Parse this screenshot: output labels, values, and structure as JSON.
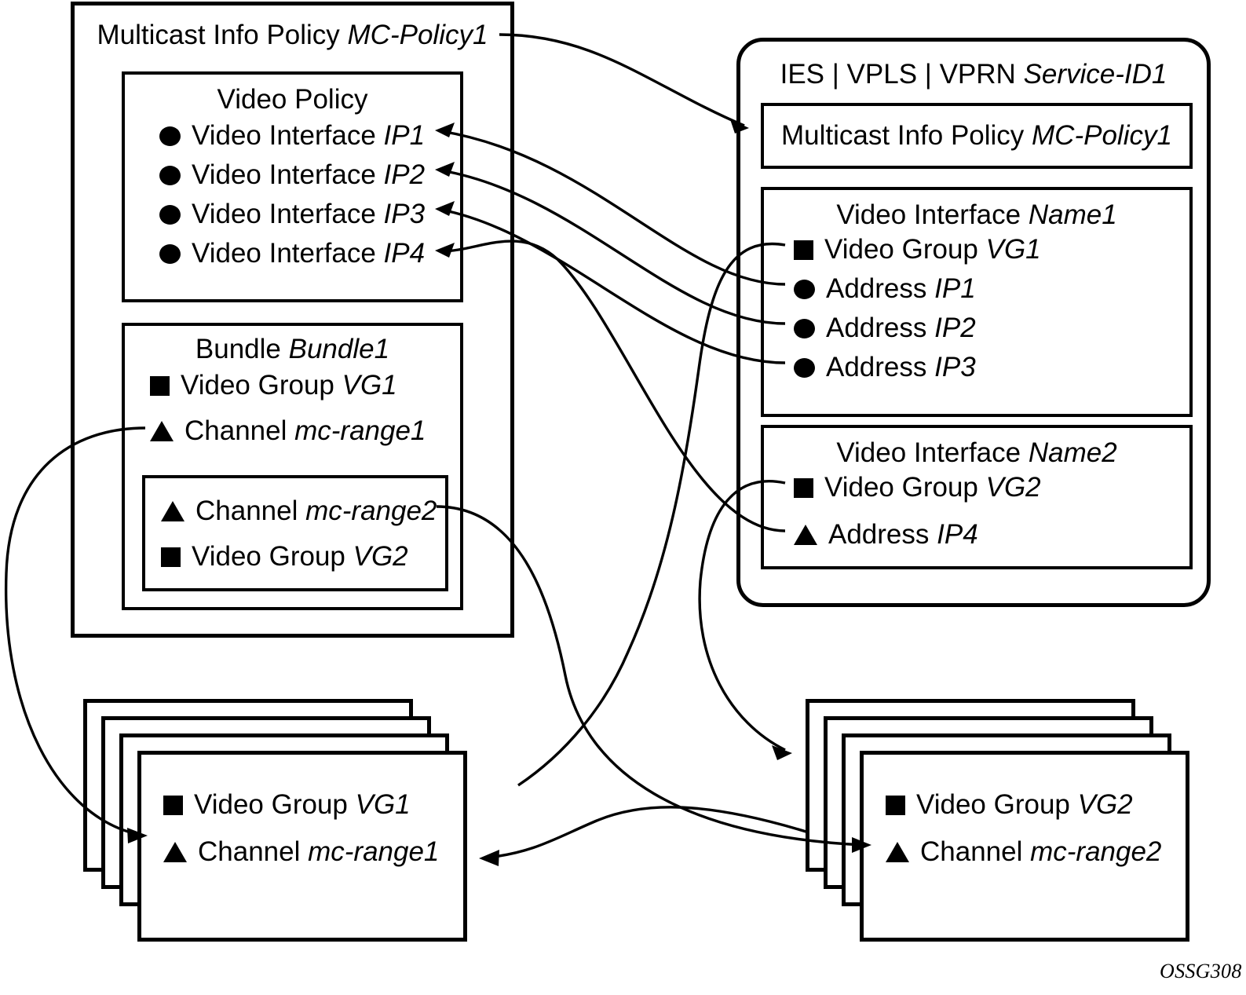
{
  "diagram": {
    "caption": "OSSG308",
    "colors": {
      "stroke": "#000000",
      "background": "#ffffff"
    }
  },
  "policy_panel": {
    "title_prefix": "Multicast Info Policy ",
    "title_em": "MC-Policy1",
    "video_policy": {
      "title": "Video Policy",
      "items": [
        {
          "glyph": "circle",
          "label": "Video Interface ",
          "em": "IP1"
        },
        {
          "glyph": "circle",
          "label": "Video Interface ",
          "em": "IP2"
        },
        {
          "glyph": "circle",
          "label": "Video Interface ",
          "em": "IP3"
        },
        {
          "glyph": "circle",
          "label": "Video Interface ",
          "em": "IP4"
        }
      ]
    },
    "bundle": {
      "title_prefix": "Bundle ",
      "title_em": "Bundle1",
      "items": [
        {
          "glyph": "square",
          "label": "Video Group ",
          "em": "VG1"
        },
        {
          "glyph": "tri",
          "label": "Channel ",
          "em": "mc-range1"
        }
      ],
      "inner": {
        "items": [
          {
            "glyph": "tri",
            "label": "Channel ",
            "em": "mc-range2"
          },
          {
            "glyph": "square",
            "label": "Video Group ",
            "em": "VG2"
          }
        ]
      }
    }
  },
  "service_panel": {
    "title": "IES | VPLS | VPRN ",
    "title_em": "Service-ID1",
    "mc_policy": {
      "label": "Multicast Info Policy ",
      "em": "MC-Policy1"
    },
    "interfaces": [
      {
        "title_prefix": "Video Interface ",
        "title_em": "Name1",
        "items": [
          {
            "glyph": "square",
            "label": "Video Group ",
            "em": "VG1"
          },
          {
            "glyph": "circle",
            "label": "Address ",
            "em": "IP1"
          },
          {
            "glyph": "circle",
            "label": "Address ",
            "em": "IP2"
          },
          {
            "glyph": "circle",
            "label": "Address ",
            "em": "IP3"
          }
        ]
      },
      {
        "title_prefix": "Video Interface ",
        "title_em": "Name2",
        "items": [
          {
            "glyph": "square",
            "label": "Video Group ",
            "em": "VG2"
          },
          {
            "glyph": "tri",
            "label": "Address ",
            "em": "IP4"
          }
        ]
      }
    ]
  },
  "stacks": [
    {
      "name": "left",
      "cards": 4,
      "items": [
        {
          "glyph": "square",
          "label": "Video Group ",
          "em": "VG1"
        },
        {
          "glyph": "tri",
          "label": "Channel ",
          "em": "mc-range1"
        }
      ]
    },
    {
      "name": "right",
      "cards": 4,
      "items": [
        {
          "glyph": "square",
          "label": "Video Group ",
          "em": "VG2"
        },
        {
          "glyph": "tri",
          "label": "Channel ",
          "em": "mc-range2"
        }
      ]
    }
  ]
}
